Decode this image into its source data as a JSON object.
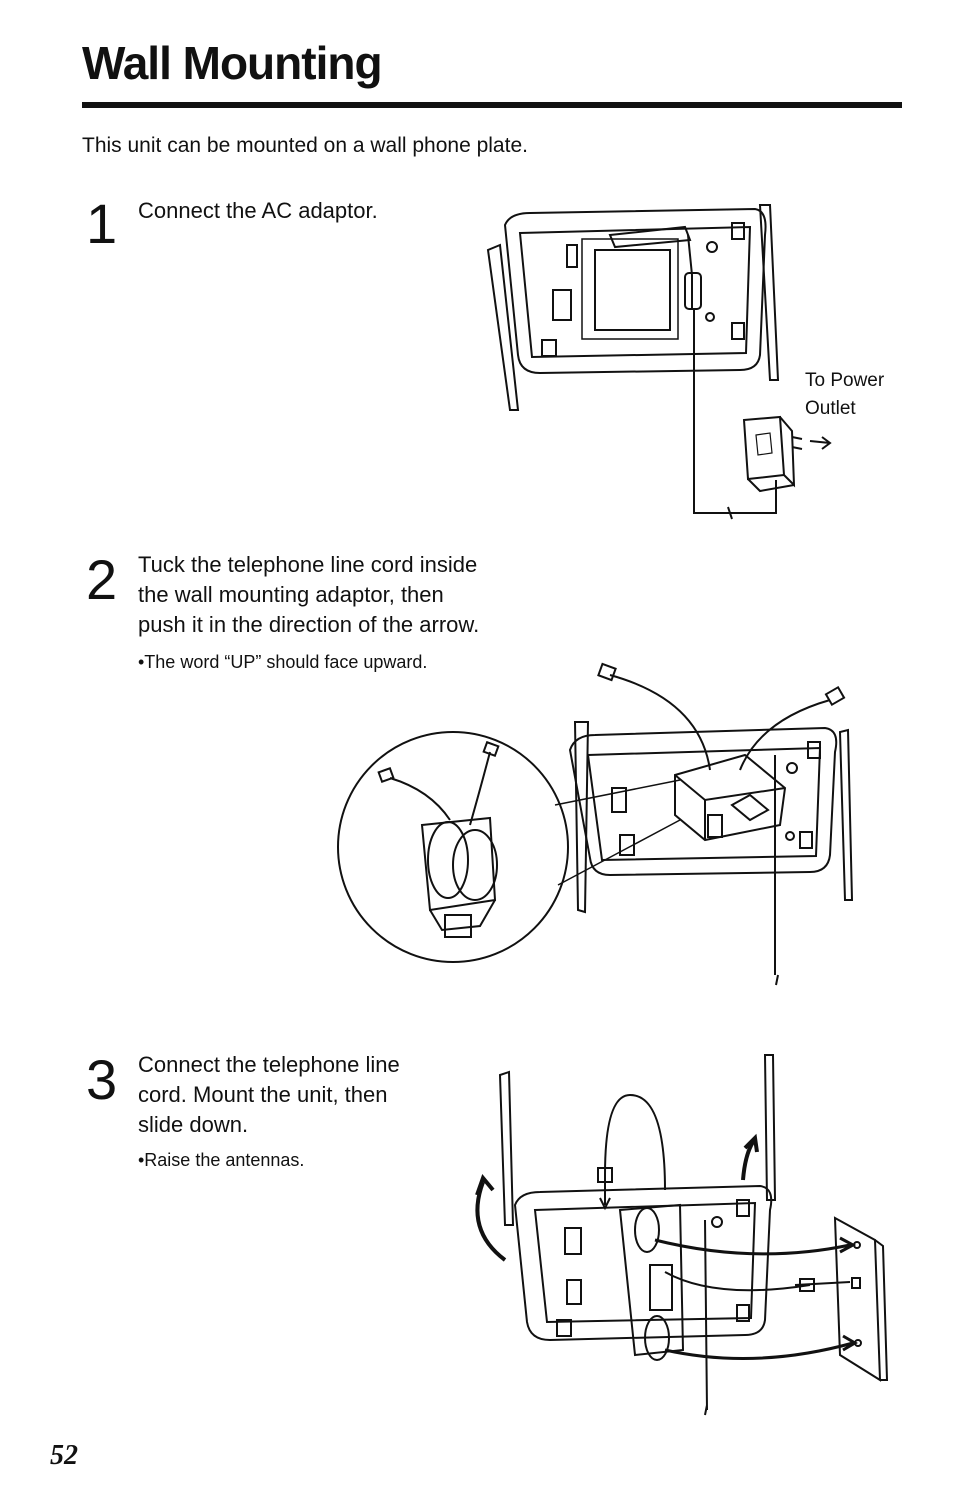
{
  "page": {
    "title": "Wall Mounting",
    "intro": "This unit can be mounted on a wall phone plate.",
    "page_number": "52"
  },
  "steps": [
    {
      "number": "1",
      "text": "Connect the AC adaptor.",
      "note": "",
      "callout": "To Power\nOutlet"
    },
    {
      "number": "2",
      "text": "Tuck the telephone line cord inside\nthe wall mounting adaptor, then\npush it in the direction of the arrow.",
      "note": "•The word “UP” should face upward."
    },
    {
      "number": "3",
      "text": "Connect the telephone line\ncord. Mount the unit, then\nslide down.",
      "note": "•Raise the antennas."
    }
  ],
  "icons": {
    "figure_1": "base-unit-with-ac-adaptor-illustration",
    "figure_2": "wall-mount-adaptor-illustration",
    "figure_3": "wall-mounting-illustration"
  }
}
